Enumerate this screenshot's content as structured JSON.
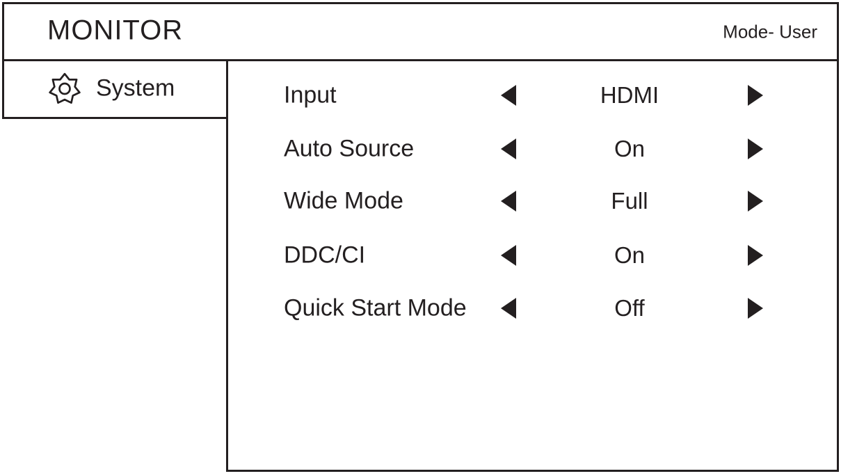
{
  "header": {
    "title": "MONITOR",
    "mode_label": "Mode- User"
  },
  "sidebar": {
    "items": [
      {
        "label": "System",
        "icon": "gear-icon",
        "selected": true
      }
    ]
  },
  "menu": {
    "rows": [
      {
        "label": "Input",
        "value": "HDMI"
      },
      {
        "label": "Auto Source",
        "value": "On"
      },
      {
        "label": "Wide Mode",
        "value": "Full"
      },
      {
        "label": "DDC/CI",
        "value": "On"
      },
      {
        "label": "Quick Start Mode",
        "value": "Off"
      }
    ],
    "left_arrow_icon": "left-triangle",
    "right_arrow_icon": "right-triangle"
  },
  "colors": {
    "ink": "#231f20",
    "border": "#231f20",
    "background": "#ffffff"
  }
}
